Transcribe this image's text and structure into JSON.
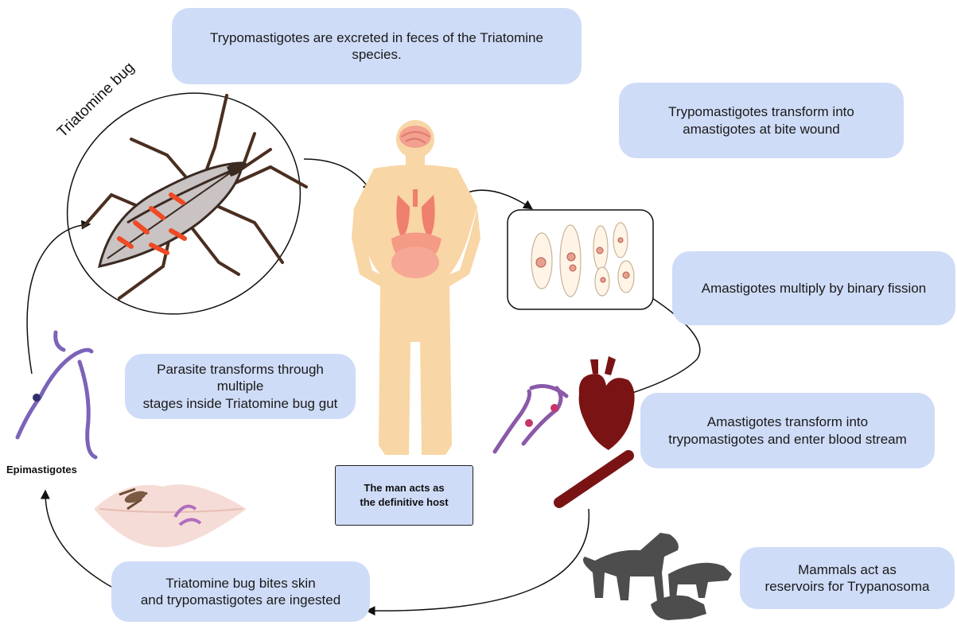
{
  "boxes": {
    "excreted": "Trypomastigotes are excreted in feces of the Triatomine species.",
    "transform_amastigotes": "Trypomastigotes transform into\namastigotes at bite wound",
    "multiply": "Amastigotes multiply by binary fission",
    "enter_blood": "Amastigotes transform into\ntrypomastigotes and enter blood stream",
    "mammals": "Mammals act as\nreservoirs for Trypanosoma",
    "bites": "Triatomine bug bites skin\nand trypomastigotes are ingested",
    "parasite_stages": "Parasite transforms through multiple\nstages inside Triatomine bug gut",
    "host": "The man acts as\nthe definitive host"
  },
  "labels": {
    "bug": "Triatomine bug",
    "epimastigotes": "Epimastigotes"
  },
  "colors": {
    "box_fill": "#cfdcf7",
    "human": "#f8d6a5",
    "organ": "#f08a78",
    "heart": "#7a1414",
    "bug_stripe": "#ef4a25",
    "parasite": "#8a59a8",
    "animal": "#4d4d4d"
  }
}
